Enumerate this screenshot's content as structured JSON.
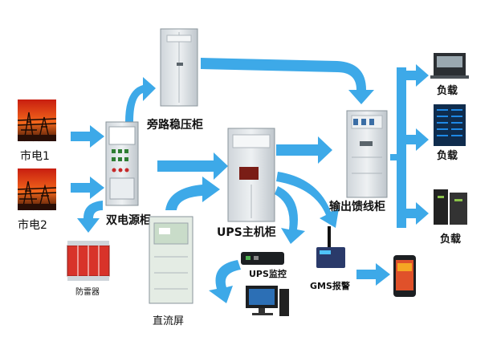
{
  "labels": {
    "mains1": "市电1",
    "mains2": "市电2",
    "dual_power": "双电源柜",
    "bypass": "旁路稳压柜",
    "ups_main": "UPS主机柜",
    "output_feeder": "输出馈线柜",
    "load1": "负载",
    "load2": "负载",
    "load3": "负载",
    "surge": "防雷器",
    "dc_panel": "直流屏",
    "ups_monitor": "UPS监控",
    "gms_alarm": "GMS报警"
  },
  "colors": {
    "arrow": "#3da9e8",
    "cabinet": "#dfe4e8",
    "cabinet_dark": "#9aa4ab",
    "fire_sky": "#e8361c",
    "surge_red": "#d8332a",
    "dc_panel_green": "#c9dcc9"
  },
  "icons": {
    "mains": "power-station-sunset-icon",
    "load": "server-rack-icon",
    "pc": "desktop-computer-icon",
    "phone": "smartphone-icon",
    "router": "gsm-modem-icon"
  }
}
